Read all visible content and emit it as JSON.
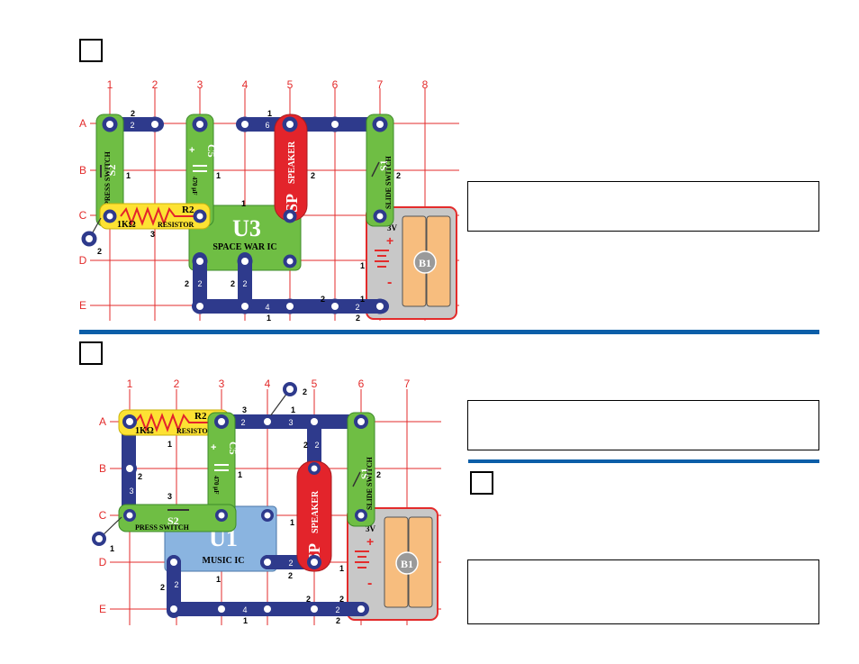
{
  "top": {
    "columns": [
      "1",
      "2",
      "3",
      "4",
      "5",
      "6",
      "7",
      "8"
    ],
    "rows": [
      "A",
      "B",
      "C",
      "D",
      "E"
    ],
    "parts": {
      "s2": {
        "id": "S2",
        "text": "PRESS SWITCH"
      },
      "c5": {
        "id": "C5",
        "value": "470 μF"
      },
      "sp": {
        "id": "SP",
        "text": "SPEAKER"
      },
      "s1": {
        "id": "S1",
        "text": "SLIDE SWITCH"
      },
      "r2": {
        "id": "R2",
        "value": "1KΩ",
        "text": "RESISTOR"
      },
      "u3": {
        "id": "U3",
        "text": "SPACE WAR IC"
      },
      "b1": {
        "id": "B1",
        "voltage": "3V",
        "plus": "+",
        "minus": "-"
      }
    },
    "wires": {
      "w_a12": "2",
      "w_a46": "6",
      "w_e4": "4",
      "w_e67": "2",
      "w_d1": "2",
      "w_d2": "2"
    },
    "level_labels": [
      "2",
      "1",
      "1",
      "1",
      "2",
      "2",
      "1",
      "3",
      "2",
      "1",
      "2",
      "2",
      "2",
      "1",
      "1",
      "2"
    ]
  },
  "bottom": {
    "columns": [
      "1",
      "2",
      "3",
      "4",
      "5",
      "6",
      "7"
    ],
    "rows": [
      "A",
      "B",
      "C",
      "D",
      "E"
    ],
    "parts": {
      "r2": {
        "id": "R2",
        "value": "1KΩ",
        "text": "RESISTOR"
      },
      "c5": {
        "id": "C5",
        "value": "470 μF"
      },
      "s2": {
        "id": "S2",
        "text": "PRESS SWITCH"
      },
      "u1": {
        "id": "U1",
        "text": "MUSIC IC"
      },
      "sp": {
        "id": "SP",
        "text": "SPEAKER"
      },
      "s1": {
        "id": "S1",
        "text": "SLIDE SWITCH"
      },
      "b1": {
        "id": "B1",
        "voltage": "3V",
        "plus": "+",
        "minus": "-"
      }
    },
    "wires": {
      "w_a34": "3",
      "w_a23": "2",
      "w_b1": "3",
      "w_e4": "4",
      "w_e56": "2",
      "w_d1": "2",
      "w_d4": "2",
      "w_b5": "2"
    },
    "level_labels": [
      "3",
      "1",
      "2",
      "1",
      "2",
      "2",
      "3",
      "1",
      "1",
      "2",
      "1",
      "1",
      "2",
      "1",
      "2",
      "2",
      "2",
      "1",
      "2"
    ]
  },
  "colors": {
    "blue_rule": "#0b5ea8",
    "grid": "#e32b2b",
    "wire": "#2e3a8c",
    "green": "#6fbe44",
    "red": "#e3242b",
    "yellow": "#fde233",
    "battery": "#c8c8c8",
    "u1": "#8ab4e0"
  }
}
